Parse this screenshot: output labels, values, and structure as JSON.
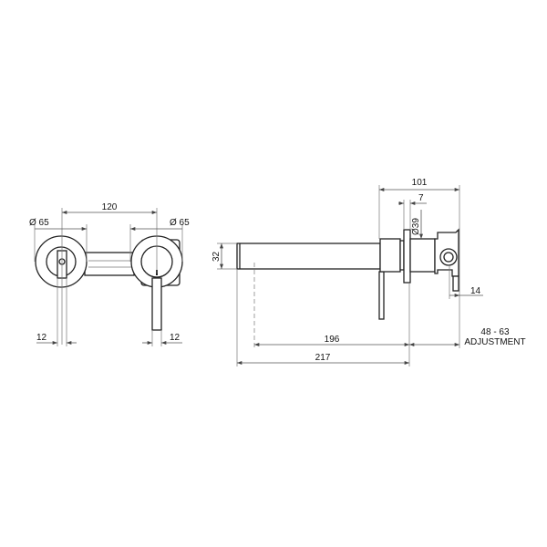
{
  "front_view": {
    "centers": "120",
    "dia_left": "Ø 65",
    "dia_right": "Ø 65",
    "offset_left": "12",
    "offset_right": "12"
  },
  "side_view": {
    "depth": "101",
    "plate": "7",
    "dia_body": "Ø39",
    "spout_height": "32",
    "valve": "14",
    "reach": "196",
    "overall": "217",
    "adjust_range": "48 - 63",
    "adjust_label": "ADJUSTMENT"
  }
}
